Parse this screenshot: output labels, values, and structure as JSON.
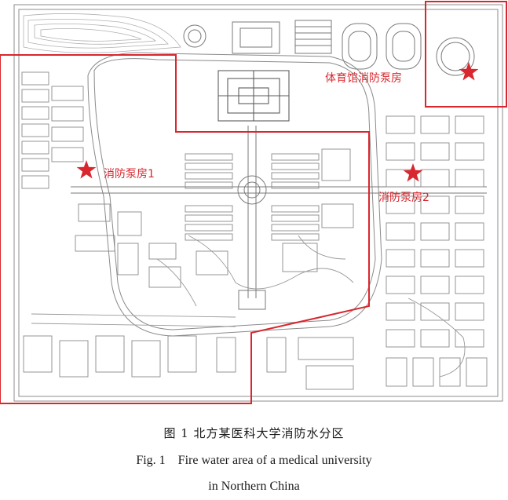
{
  "map": {
    "zones": [
      {
        "id": "west",
        "label": "消防泵房1"
      },
      {
        "id": "east",
        "label": "消防泵房2"
      },
      {
        "id": "gym",
        "label": "体育馆消防泵房"
      }
    ],
    "colors": {
      "boundary": "#d8272e",
      "star": "#d8272e",
      "label": "#d8272e",
      "lines": "#9a9a9a",
      "dark_lines": "#6a6a6a"
    }
  },
  "caption": {
    "cn": "图 1   北方某医科大学消防水分区",
    "en_line1": "Fig. 1    Fire water area of a medical university",
    "en_line2": "in Northern China"
  }
}
